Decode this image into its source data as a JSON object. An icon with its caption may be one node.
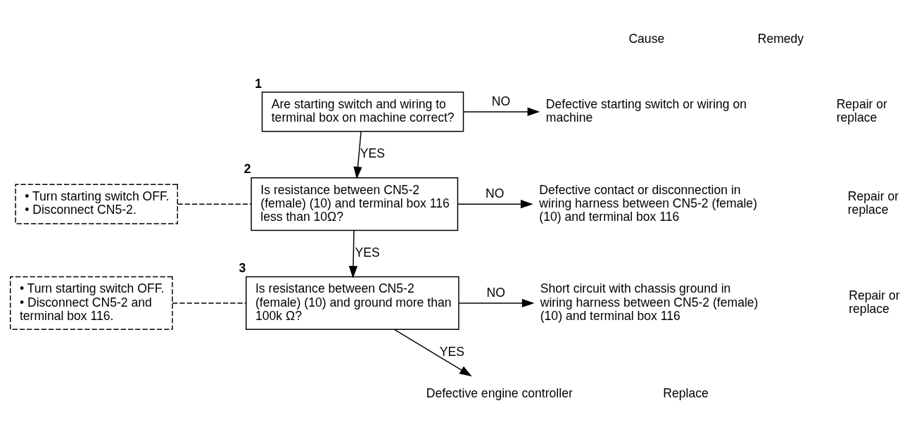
{
  "diagram": {
    "nodes": [
      {
        "text": [
          "Are starting switch and wiring to terminal box on machine correct?"
        ],
        "beside": [
          "1"
        ]
      },
      {
        "text": [
          "Is resistance between CN5-2 (female) (10) and terminal box 116 less than 10Ω?"
        ],
        "beside": [
          "2"
        ]
      },
      {
        "text": [
          "Is resistance between CN5-2 (female) (10) and ground more than 100k Ω?"
        ],
        "beside": [
          "3"
        ]
      },
      {
        "text": [
          "• Turn starting switch OFF.",
          "• Disconnect CN5-2."
        ]
      },
      {
        "text": [
          "• Turn starting switch OFF.",
          "• Disconnect CN5-2 and terminal box 116."
        ]
      },
      {
        "text": [
          "Defective starting switch or wiring on machine"
        ]
      },
      {
        "text": [
          "Defective contact or disconnection in wiring harness between CN5-2 (female) (10) and terminal box 116"
        ]
      },
      {
        "text": [
          "Short circuit with chassis ground in wiring harness between CN5-2 (female) (10) and terminal box 116"
        ]
      },
      {
        "text": [
          "Defective engine controller"
        ]
      }
    ],
    "edges": [
      {
        "from": 0,
        "to": 5,
        "arrow": "to",
        "label": "NO"
      },
      {
        "from": 0,
        "to": 1,
        "arrow": "to",
        "label": "YES"
      },
      {
        "from": 3,
        "to": 1,
        "arrow": "none",
        "style": "dashed"
      },
      {
        "from": 1,
        "to": 6,
        "arrow": "to",
        "label": "NO"
      },
      {
        "from": 1,
        "to": 2,
        "arrow": "to",
        "label": "YES"
      },
      {
        "from": 4,
        "to": 2,
        "arrow": "none",
        "style": "dashed"
      },
      {
        "from": 2,
        "to": 7,
        "arrow": "to",
        "label": "NO"
      },
      {
        "from": 2,
        "to": 8,
        "arrow": "to",
        "label": "YES"
      }
    ],
    "labels": [
      "Cause",
      "Remedy",
      "Repair or replace",
      "Repair or replace",
      "Repair or replace",
      "Replace"
    ]
  }
}
